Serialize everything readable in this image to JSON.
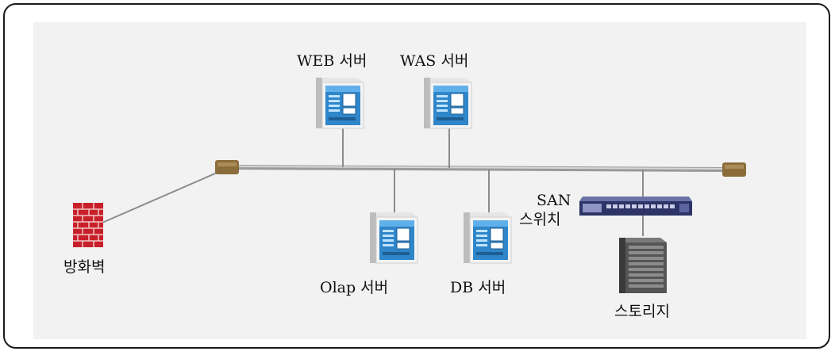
{
  "nodes": {
    "web_server": {
      "label": "WEB 서버",
      "icon": "server-icon"
    },
    "was_server": {
      "label": "WAS 서버",
      "icon": "server-icon"
    },
    "olap_server": {
      "label": "Olap 서버",
      "icon": "server-icon"
    },
    "db_server": {
      "label": "DB 서버",
      "icon": "server-icon"
    },
    "san_switch": {
      "label_line1": "SAN",
      "label_line2": "스위치",
      "icon": "network-switch-icon"
    },
    "storage": {
      "label": "스토리지",
      "icon": "storage-rack-icon"
    },
    "firewall": {
      "label": "방화벽",
      "icon": "firewall-brick-icon"
    }
  },
  "colors": {
    "server_blue": "#2f86c9",
    "firewall_red": "#c8202a",
    "bus_line": "#b7b7b7",
    "terminator": "#8a6d3b",
    "background": "#f2f2f2"
  }
}
